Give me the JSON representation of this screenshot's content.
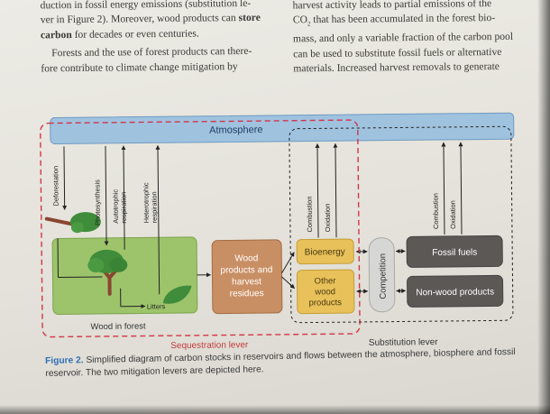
{
  "text_left": {
    "line1": "duction in fossil energy emissions (substitution le-",
    "line2_a": "ver in Figure 2). Moreover, wood products can ",
    "line2_b": "store",
    "line3_a": "carbon",
    "line3_b": " for decades or even centuries.",
    "para2_1": "Forests and the use of forest products can there-",
    "para2_2": "fore contribute to climate change mitigation by"
  },
  "text_right": {
    "line1": "harvest activity leads to partial emissions of the",
    "line2_a": "CO",
    "line2_sub": "2",
    "line2_b": " that has been accumulated in the forest bio-",
    "line3": "mass, and only a variable fraction of the carbon pool",
    "line4": "can be used to substitute fossil fuels or alternative",
    "line5": "materials. Increased harvest removals to generate"
  },
  "diagram": {
    "atmosphere": "Atmosphere",
    "flows": {
      "deforestation": "Deforestation",
      "photosynthesis": "Photosynthesis",
      "autotrophic": [
        "Autotrophic",
        "respiration"
      ],
      "heterotrophic": [
        "Heterotrophic",
        "respiration"
      ],
      "combustion": "Combustion",
      "oxidation": "Oxidation",
      "litters": "Litters"
    },
    "boxes": {
      "wood_in_forest": "Wood in forest",
      "wood_products": [
        "Wood",
        "products and",
        "harvest",
        "residues"
      ],
      "bioenergy": "Bioenergy",
      "other_wood": [
        "Other",
        "wood",
        "products"
      ],
      "competition": "Competition",
      "fossil_fuels": "Fossil fuels",
      "non_wood": "Non-wood products"
    },
    "levers": {
      "sequestration": "Sequestration lever",
      "substitution": "Substitution lever"
    },
    "colors": {
      "atmosphere": "#9fc2df",
      "forest": "#9dc46b",
      "wood_products": "#c98f64",
      "bioenergy": "#e8c15a",
      "fossil": "#5b5855",
      "competition": "#d6d6d4",
      "sequestration_line": "#d3364a",
      "sequestration_text": "#c53b3b"
    }
  },
  "caption": {
    "label": "Figure 2.",
    "text": " Simplified diagram of carbon stocks in reservoirs and flows between the atmosphere, biosphere and fossil reservoir. The two mitigation levers are depicted here."
  }
}
